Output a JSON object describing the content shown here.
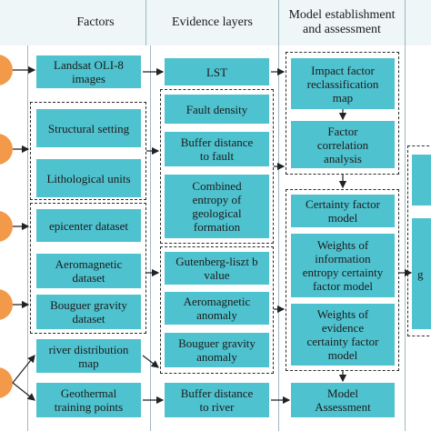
{
  "header": {
    "factors": "Factors",
    "evidence": "Evidence layers",
    "model": "Model establishment\nand assessment"
  },
  "factors": {
    "landsat": "Landsat OLI-8\nimages",
    "structural": "Structural setting",
    "lithological": "Lithological units",
    "epicenter": "epicenter dataset",
    "aeromagnetic": "Aeromagnetic\ndataset",
    "bouguer": "Bouguer gravity\ndataset",
    "river": "river distribution\nmap",
    "geothermal": "Geothermal\ntraining points"
  },
  "evidence": {
    "lst": "LST",
    "fault_density": "Fault density",
    "buffer_fault": "Buffer distance\nto fault",
    "combined_entropy": "Combined\nentropy of\ngeological\nformation",
    "gutenberg": "Gutenberg-liszt b\nvalue",
    "aeromagnetic_anomaly": "Aeromagnetic\nanomaly",
    "bouguer_anomaly": "Bouguer gravity\nanomaly",
    "buffer_river": "Buffer distance\nto river"
  },
  "model": {
    "reclassification": "Impact factor\nreclassification\nmap",
    "correlation": "Factor\ncorrelation\nanalysis",
    "certainty": "Certainty factor\nmodel",
    "info_entropy": "Weights of\ninformation\nentropy certainty\nfactor model",
    "evidence_certainty": "Weights of\nevidence\ncertainty factor\nmodel",
    "assessment": "Model\nAssessment"
  },
  "right_partial": {
    "text": "g"
  },
  "colors": {
    "box": "#4fc2cf",
    "header_bg": "#eef6f8",
    "circle": "#f29a4a"
  }
}
